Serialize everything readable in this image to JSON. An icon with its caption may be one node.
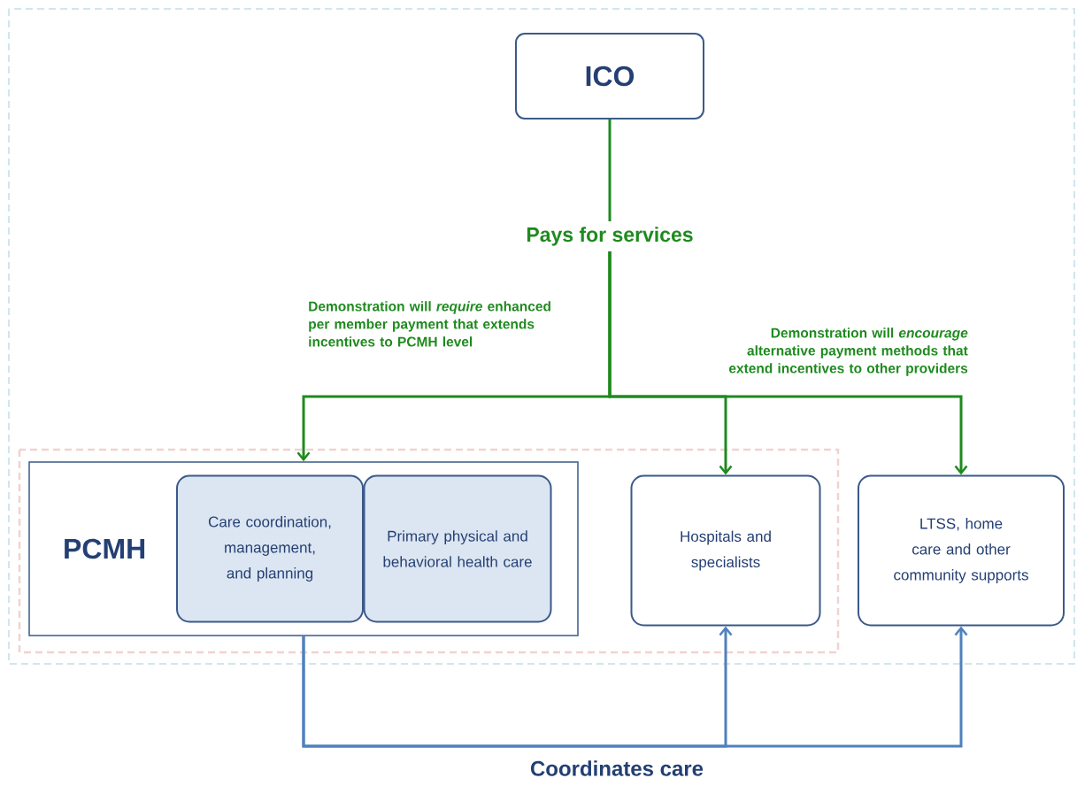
{
  "diagram": {
    "nodes": [
      {
        "text": [
          "ICO"
        ]
      },
      {
        "text": [
          "Pays for services"
        ]
      },
      {
        "text": [
          "PCMH"
        ]
      },
      {
        "text": [
          "Care coordination, management, and planning"
        ],
        "in": 2
      },
      {
        "text": [
          "Primary physical and behavioral health care"
        ],
        "in": 2
      },
      {
        "text": [
          "Hospitals and specialists"
        ]
      },
      {
        "text": [
          "LTSS, home care and other community supports"
        ]
      }
    ],
    "edges": [
      {
        "from": 0,
        "to": 1,
        "arrow": "none"
      },
      {
        "from": 1,
        "to": 2,
        "arrow": "to",
        "label": "Demonstration will *require* enhanced per member payment that extends incentives to PCMH level"
      },
      {
        "from": 1,
        "to": 5,
        "arrow": "to"
      },
      {
        "from": 1,
        "to": 6,
        "arrow": "to",
        "label": "Demonstration will *encourage* alternative payment methods that extend incentives to other providers"
      },
      {
        "from": 2,
        "to": 5,
        "arrow": "to",
        "color": "#4f81bd",
        "label": "Coordinates care"
      },
      {
        "from": 2,
        "to": 6,
        "arrow": "to",
        "color": "#4f81bd"
      }
    ]
  }
}
